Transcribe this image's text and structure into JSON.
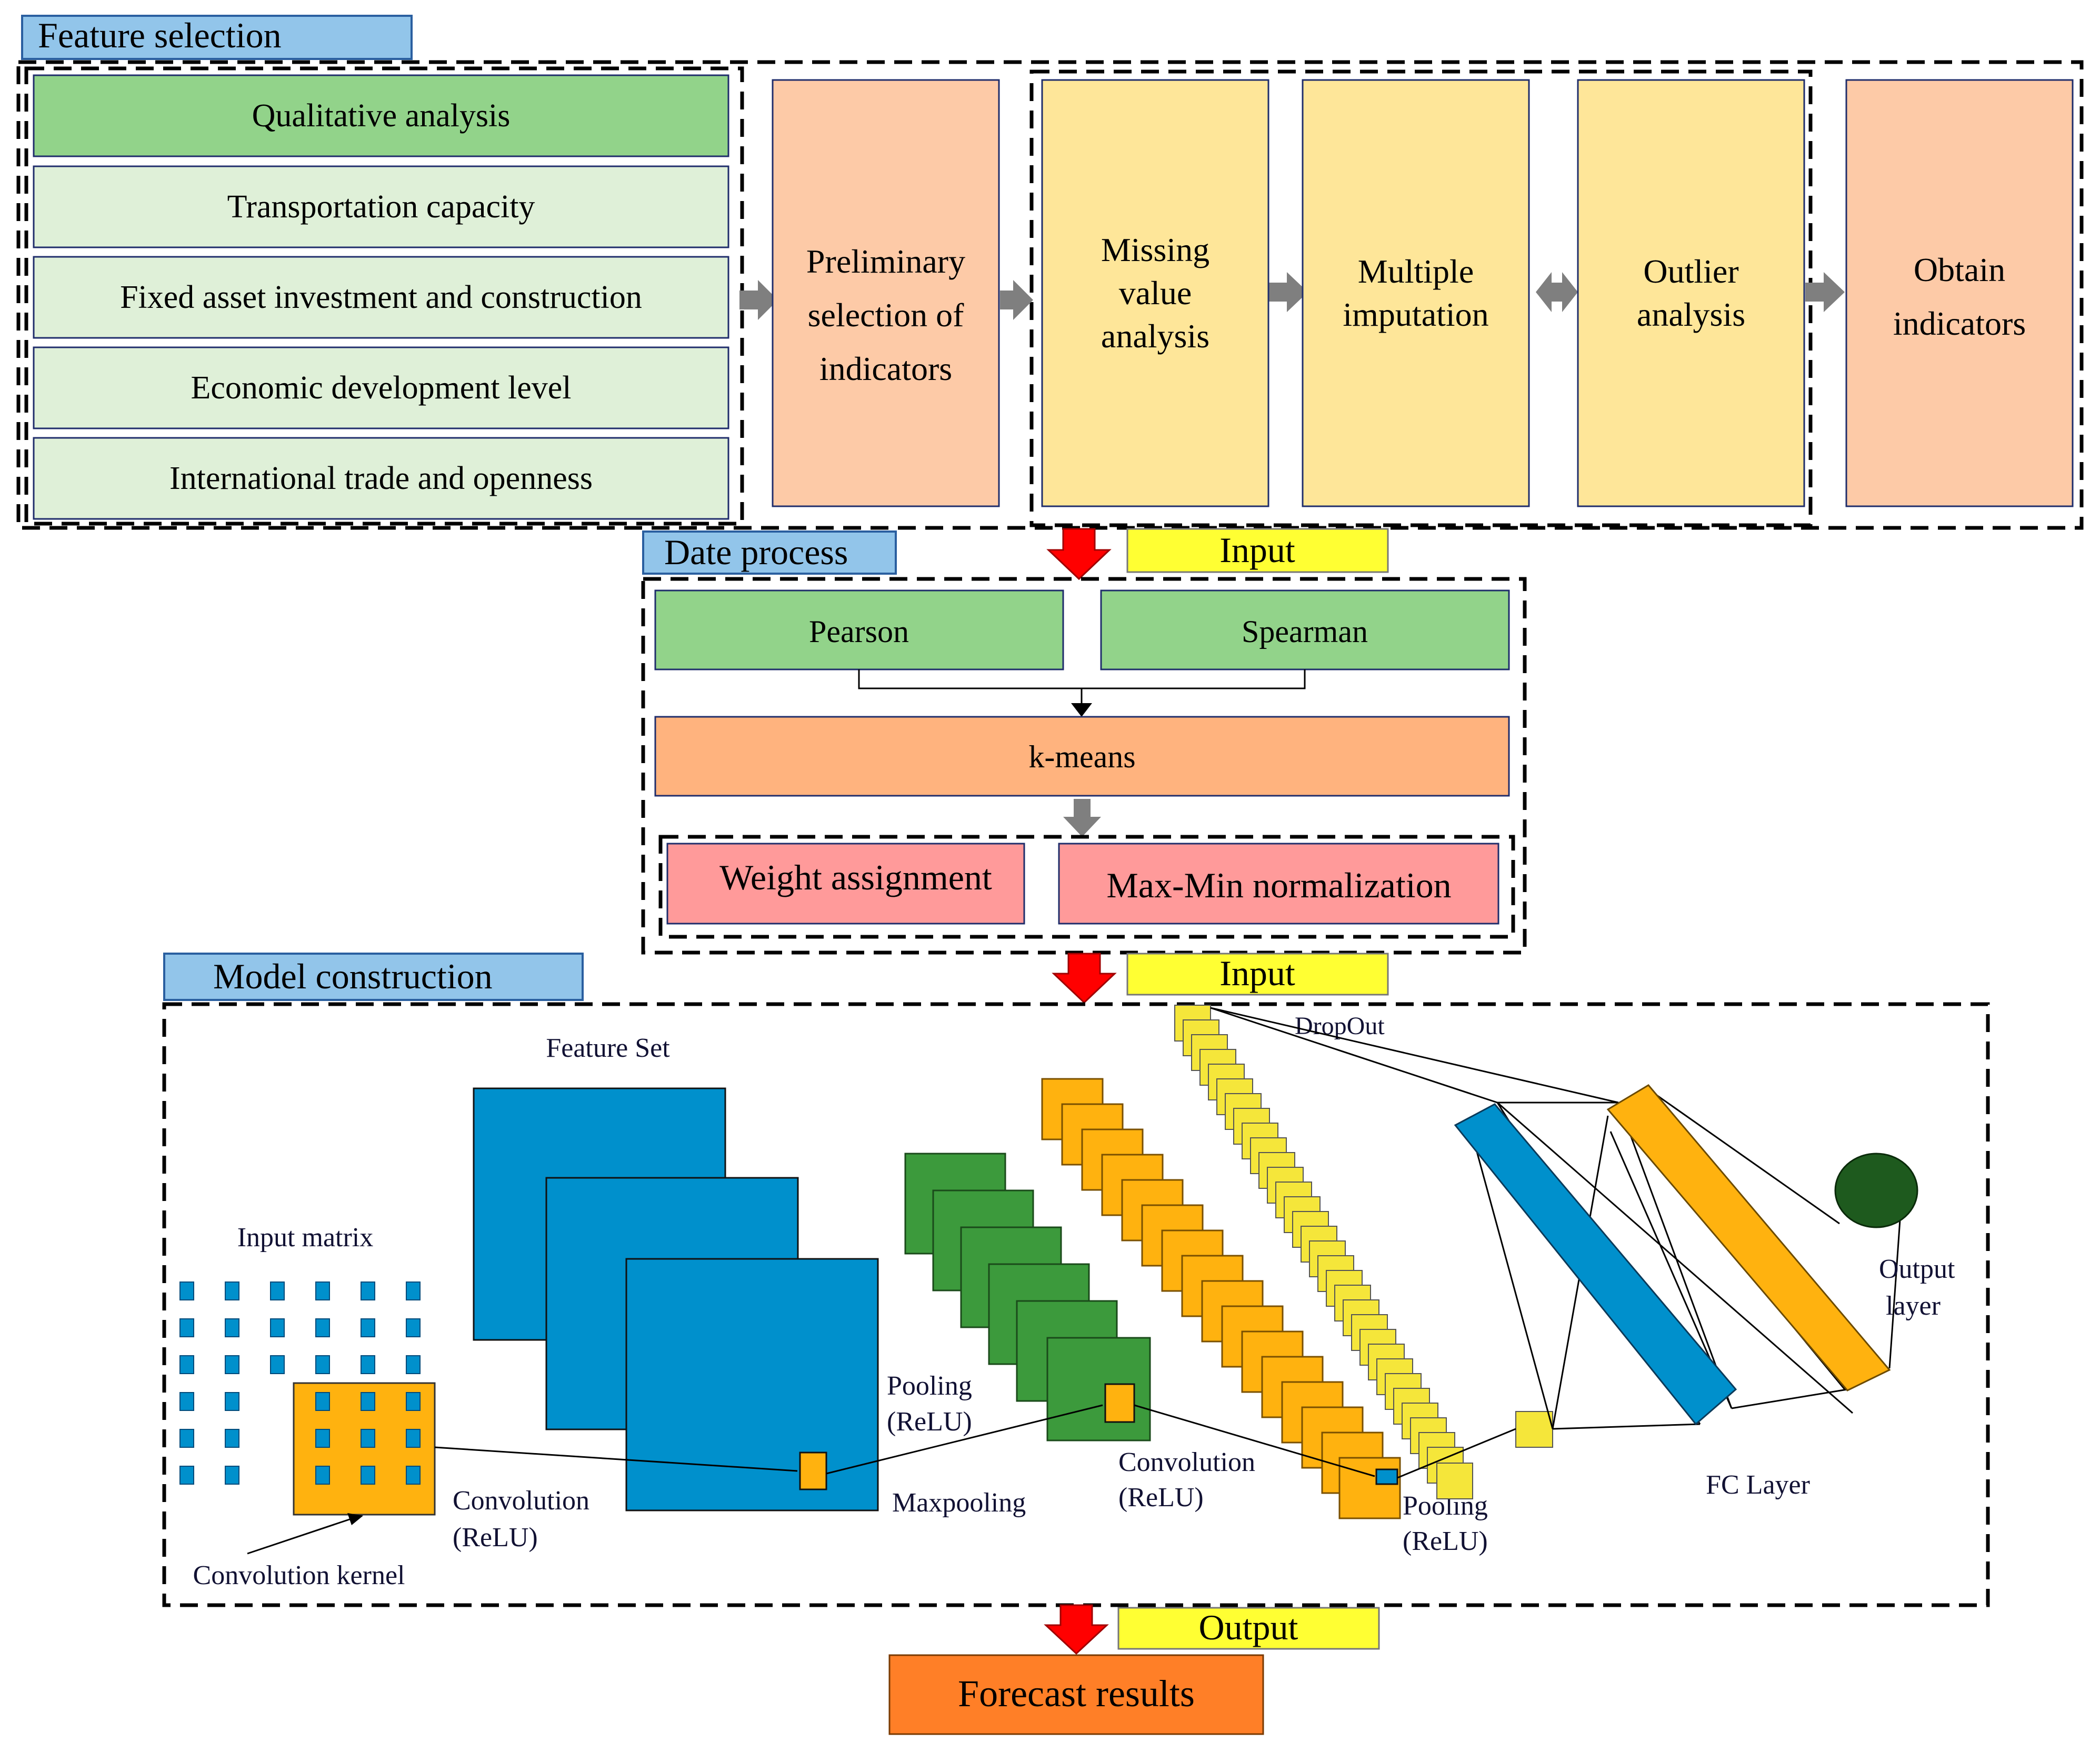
{
  "sections": {
    "feature_selection": "Feature selection",
    "date_process": "Date process",
    "model_construction": "Model construction"
  },
  "feature_list": [
    "Qualitative analysis",
    "Transportation capacity",
    "Fixed asset investment and construction",
    "Economic development level",
    "International trade and openness"
  ],
  "steps": {
    "preliminary": [
      "Preliminary",
      "selection of",
      "indicators"
    ],
    "missing": [
      "Missing",
      "value",
      "analysis"
    ],
    "multiple": [
      "Multiple",
      "imputation"
    ],
    "outlier": [
      "Outlier",
      "analysis"
    ],
    "obtain": [
      "Obtain",
      "indicators"
    ]
  },
  "io": {
    "input_1": "Input",
    "input_2": "Input",
    "output": "Output"
  },
  "process": {
    "pearson": "Pearson",
    "spearman": "Spearman",
    "kmeans": "k-means",
    "weight": "Weight assignment",
    "maxmin": "Max-Min normalization"
  },
  "cnn": {
    "feature_set": "Feature Set",
    "input_matrix": "Input matrix",
    "conv1": [
      "Convolution",
      "(ReLU)"
    ],
    "conv_kernel": "Convolution kernel",
    "pool1": [
      "Pooling",
      "(ReLU)"
    ],
    "maxpooling": "Maxpooling",
    "conv2": [
      "Convolution",
      "(ReLU)"
    ],
    "pool2": [
      "Pooling",
      "(ReLU)"
    ],
    "dropout": "DropOut",
    "fc_layer": "FC Layer",
    "output_layer": [
      "Output",
      "layer"
    ]
  },
  "result": "Forecast results",
  "colors": {
    "green_dark": "#92d38a",
    "green_light": "#dff0d8",
    "salmon": "#fdcaa7",
    "yellow": "#fee699",
    "orange": "#ffb37e",
    "pink": "#ff9a9a",
    "blue": "#0090cc",
    "cnn_green": "#3c9a3c",
    "cnn_orange": "#ffb20f",
    "cnn_yellow": "#f5e63a",
    "result": "#ff7f27"
  }
}
